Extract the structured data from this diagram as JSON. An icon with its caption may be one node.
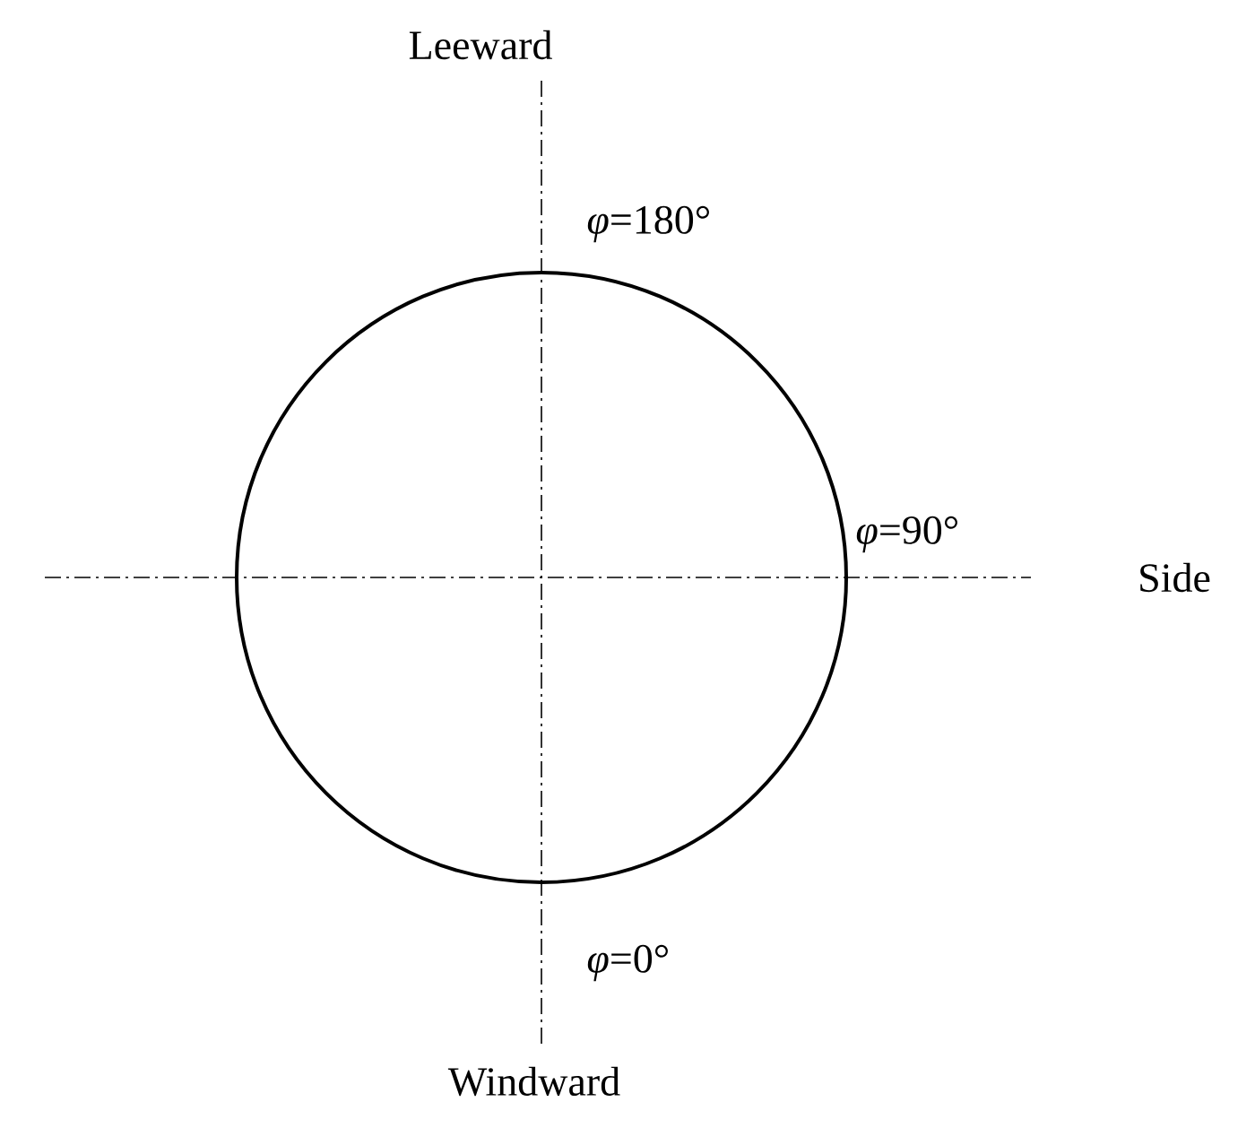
{
  "diagram": {
    "nodes": [
      {
        "text": [],
        "shape": "circle"
      }
    ],
    "labels": [
      "Leeward",
      "*φ*=180°",
      "*φ*=90°",
      "Side",
      "*φ*=0°",
      "Windward"
    ]
  }
}
